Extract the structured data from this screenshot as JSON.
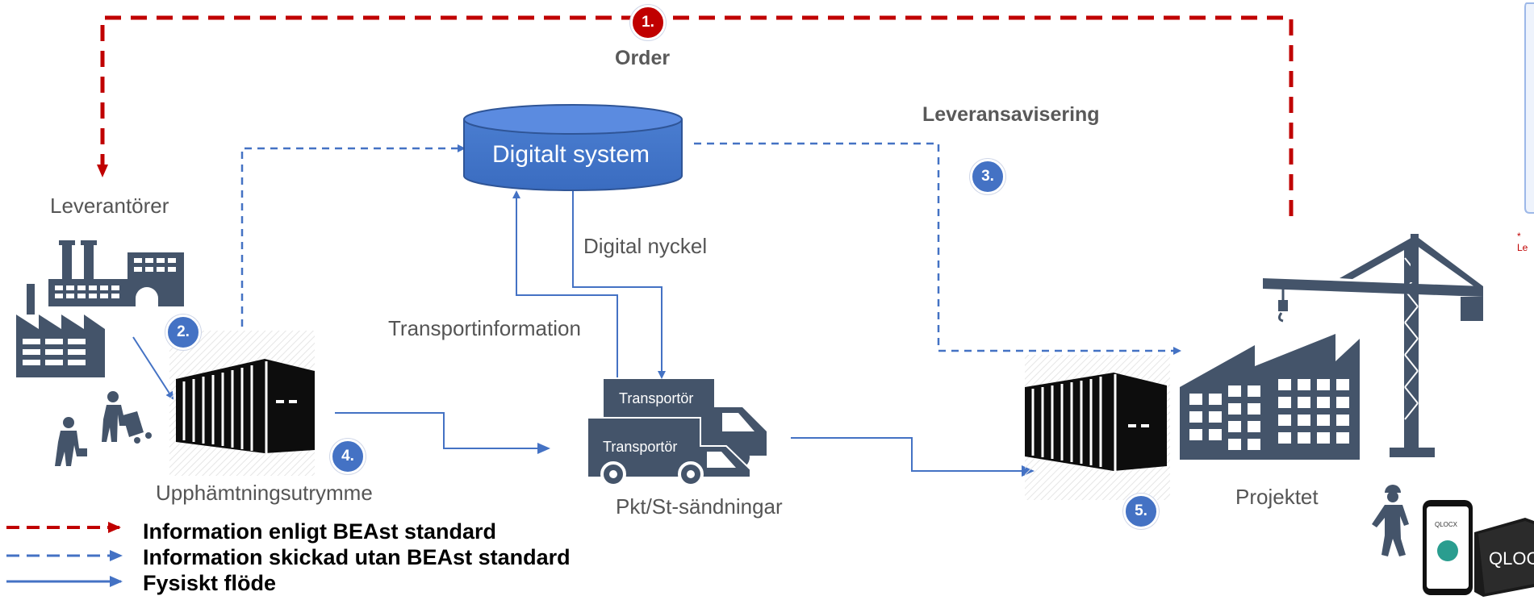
{
  "diagram": {
    "nodes": {
      "suppliers": "Leverantörer",
      "pickup": "Upphämtningsutrymme",
      "system": "Digitalt system",
      "parcels": "Pkt/St-sändningar",
      "project": "Projektet",
      "carrier_top": "Transportör",
      "carrier_bottom": "Transportör",
      "qlocx_logo": "QLOCX",
      "phone_logo": "QLOCX",
      "side_note": "* Le"
    },
    "edge_labels": {
      "order": "Order",
      "delivery_notice": "Leveransavisering",
      "digital_key": "Digital nyckel",
      "transport_info": "Transportinformation"
    },
    "steps": [
      "1.",
      "2.",
      "3.",
      "4.",
      "5."
    ],
    "legend": [
      {
        "text": "Information enligt BEAst standard",
        "style": "dashed",
        "color": "#c00000"
      },
      {
        "text": "Information skickad utan BEAst standard",
        "style": "dashed",
        "color": "#4472c4"
      },
      {
        "text": "Fysiskt flöde",
        "style": "solid",
        "color": "#4472c4"
      }
    ],
    "colors": {
      "red": "#c00000",
      "blue": "#4472c4",
      "icon": "#44546a",
      "label": "#555555"
    }
  }
}
